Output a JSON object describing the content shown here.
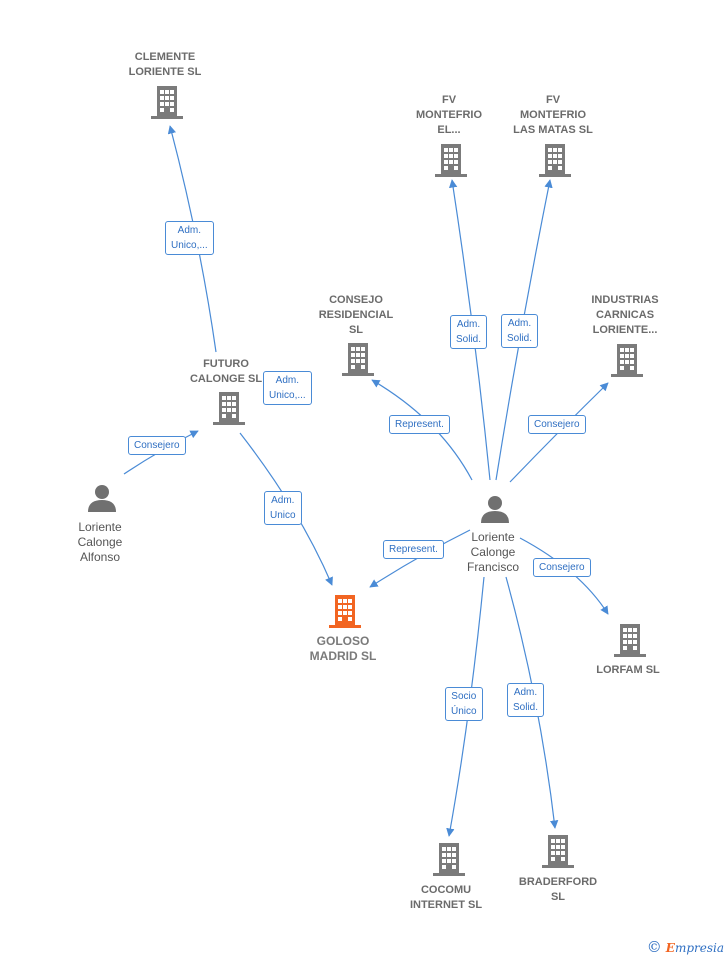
{
  "colors": {
    "edge": "#4a8bd6",
    "building": "#7b7b7b",
    "focus_building": "#f26522",
    "person": "#707070"
  },
  "nodes": {
    "clemente": {
      "label": [
        "CLEMENTE",
        "LORIENTE SL"
      ],
      "icon": "building-icon"
    },
    "fv_el": {
      "label": [
        "FV",
        "MONTEFRIO",
        "EL..."
      ],
      "icon": "building-icon"
    },
    "fv_matas": {
      "label": [
        "FV",
        "MONTEFRIO",
        "LAS MATAS  SL"
      ],
      "icon": "building-icon"
    },
    "consejo": {
      "label": [
        "CONSEJO",
        "RESIDENCIAL",
        "SL"
      ],
      "icon": "building-icon"
    },
    "industrias": {
      "label": [
        "INDUSTRIAS",
        "CARNICAS",
        "LORIENTE..."
      ],
      "icon": "building-icon"
    },
    "futuro": {
      "label": [
        "FUTURO",
        "CALONGE SL"
      ],
      "icon": "building-icon"
    },
    "alfonso": {
      "label": [
        "Loriente",
        "Calonge",
        "Alfonso"
      ],
      "icon": "person-icon"
    },
    "francisco": {
      "label": [
        "Loriente",
        "Calonge",
        "Francisco"
      ],
      "icon": "person-icon"
    },
    "goloso": {
      "label": [
        "GOLOSO",
        "MADRID  SL"
      ],
      "icon": "building-icon"
    },
    "lorfam": {
      "label": [
        "LORFAM  SL"
      ],
      "icon": "building-icon"
    },
    "cocomu": {
      "label": [
        "COCOMU",
        "INTERNET  SL"
      ],
      "icon": "building-icon"
    },
    "braderford": {
      "label": [
        "BRADERFORD",
        "SL"
      ],
      "icon": "building-icon"
    }
  },
  "edges": [
    {
      "id": "futuro-clemente",
      "label": [
        "Adm.",
        "Unico,..."
      ]
    },
    {
      "id": "futuro-goloso",
      "label": [
        "Adm.",
        "Unico,..."
      ]
    },
    {
      "id": "alfonso-futuro",
      "label": [
        "Consejero"
      ]
    },
    {
      "id": "futuro-goloso-2",
      "label": [
        "Adm.",
        "Unico"
      ]
    },
    {
      "id": "francisco-fv-el",
      "label": [
        "Adm.",
        "Solid."
      ]
    },
    {
      "id": "francisco-fv-matas",
      "label": [
        "Adm.",
        "Solid."
      ]
    },
    {
      "id": "francisco-consejo",
      "label": [
        "Represent."
      ]
    },
    {
      "id": "francisco-industrias",
      "label": [
        "Consejero"
      ]
    },
    {
      "id": "francisco-goloso",
      "label": [
        "Represent."
      ]
    },
    {
      "id": "francisco-lorfam",
      "label": [
        "Consejero"
      ]
    },
    {
      "id": "francisco-cocomu",
      "label": [
        "Socio",
        "Único"
      ]
    },
    {
      "id": "francisco-braderford",
      "label": [
        "Adm.",
        "Solid."
      ]
    }
  ],
  "brand": {
    "copyright": "©",
    "initial": "E",
    "rest": "mpresia"
  }
}
